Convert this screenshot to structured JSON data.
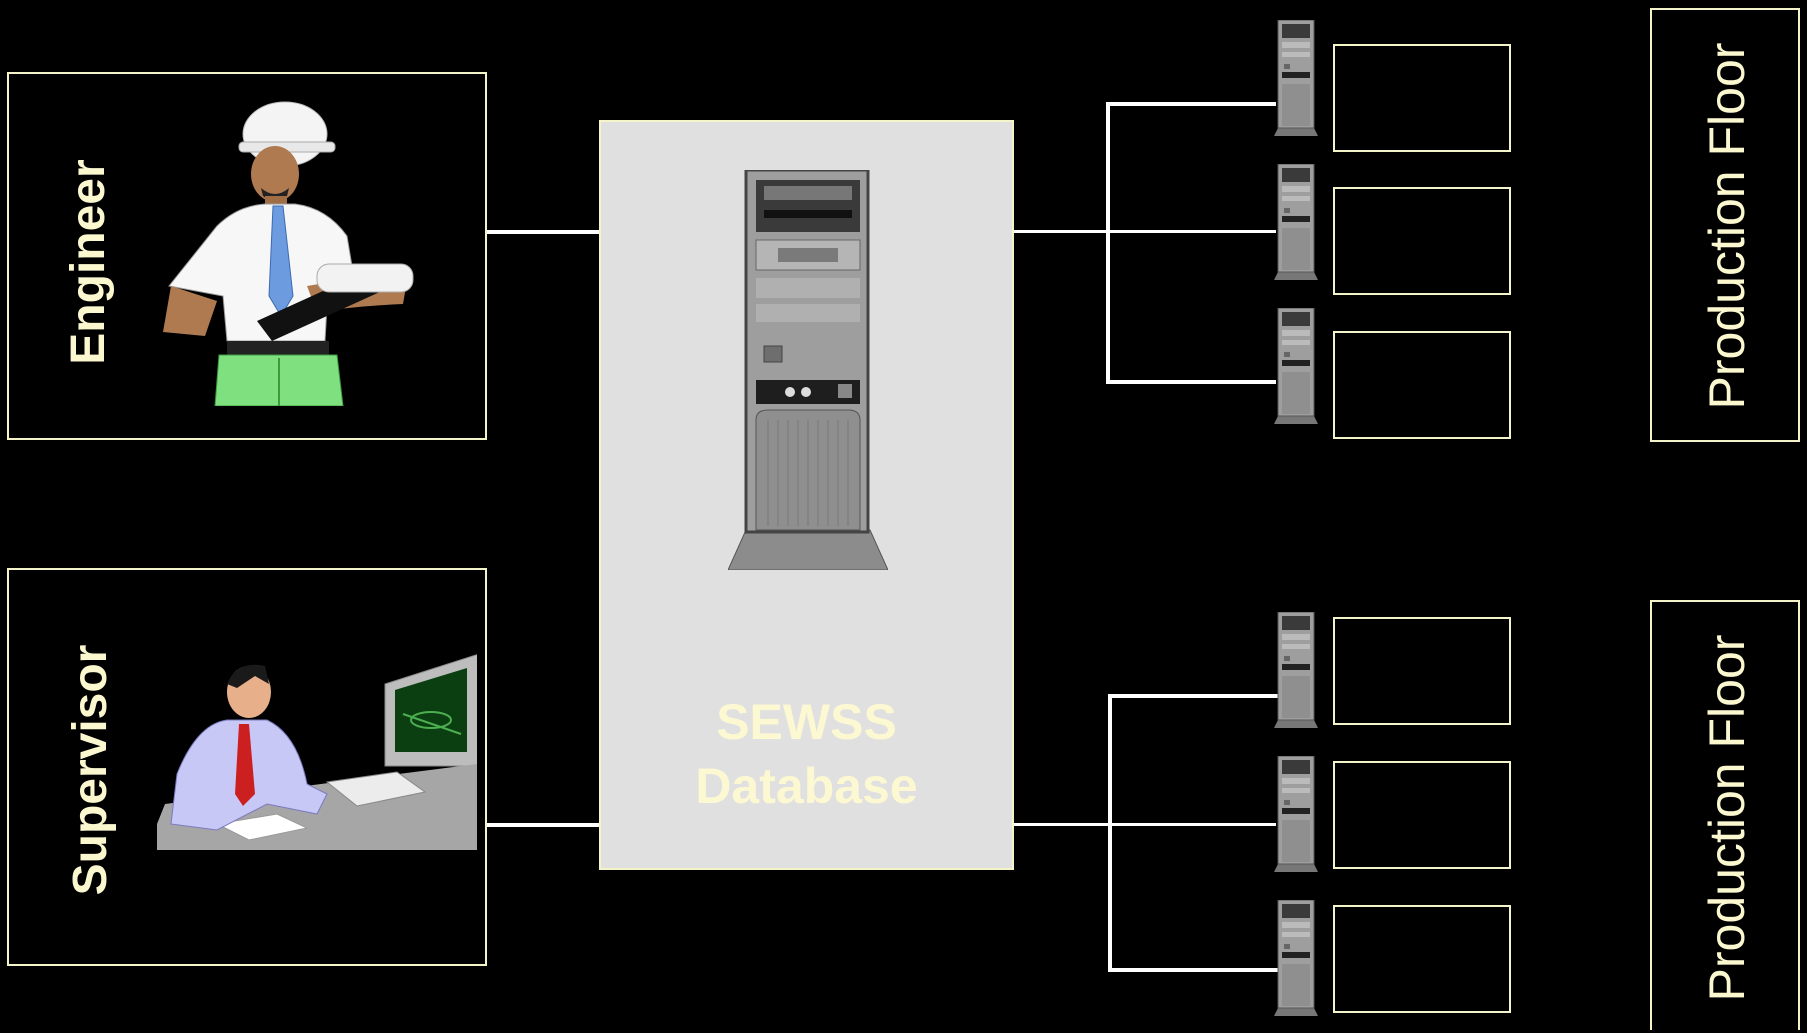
{
  "roles": {
    "engineer": {
      "label": "Engineer"
    },
    "supervisor": {
      "label": "Supervisor"
    }
  },
  "database": {
    "line1": "SEWSS",
    "line2": "Database"
  },
  "floors": [
    {
      "label": "Production Floor"
    },
    {
      "label": "Production Floor"
    }
  ],
  "colors": {
    "background": "#000000",
    "frame": "#f5f3c8",
    "text": "#fbf8cf",
    "database_fill": "#e0e0e0",
    "wire": "#ffffff"
  },
  "icons": [
    "engineer-figure",
    "supervisor-figure",
    "server-tower-icon",
    "workstation-tower-icon"
  ]
}
